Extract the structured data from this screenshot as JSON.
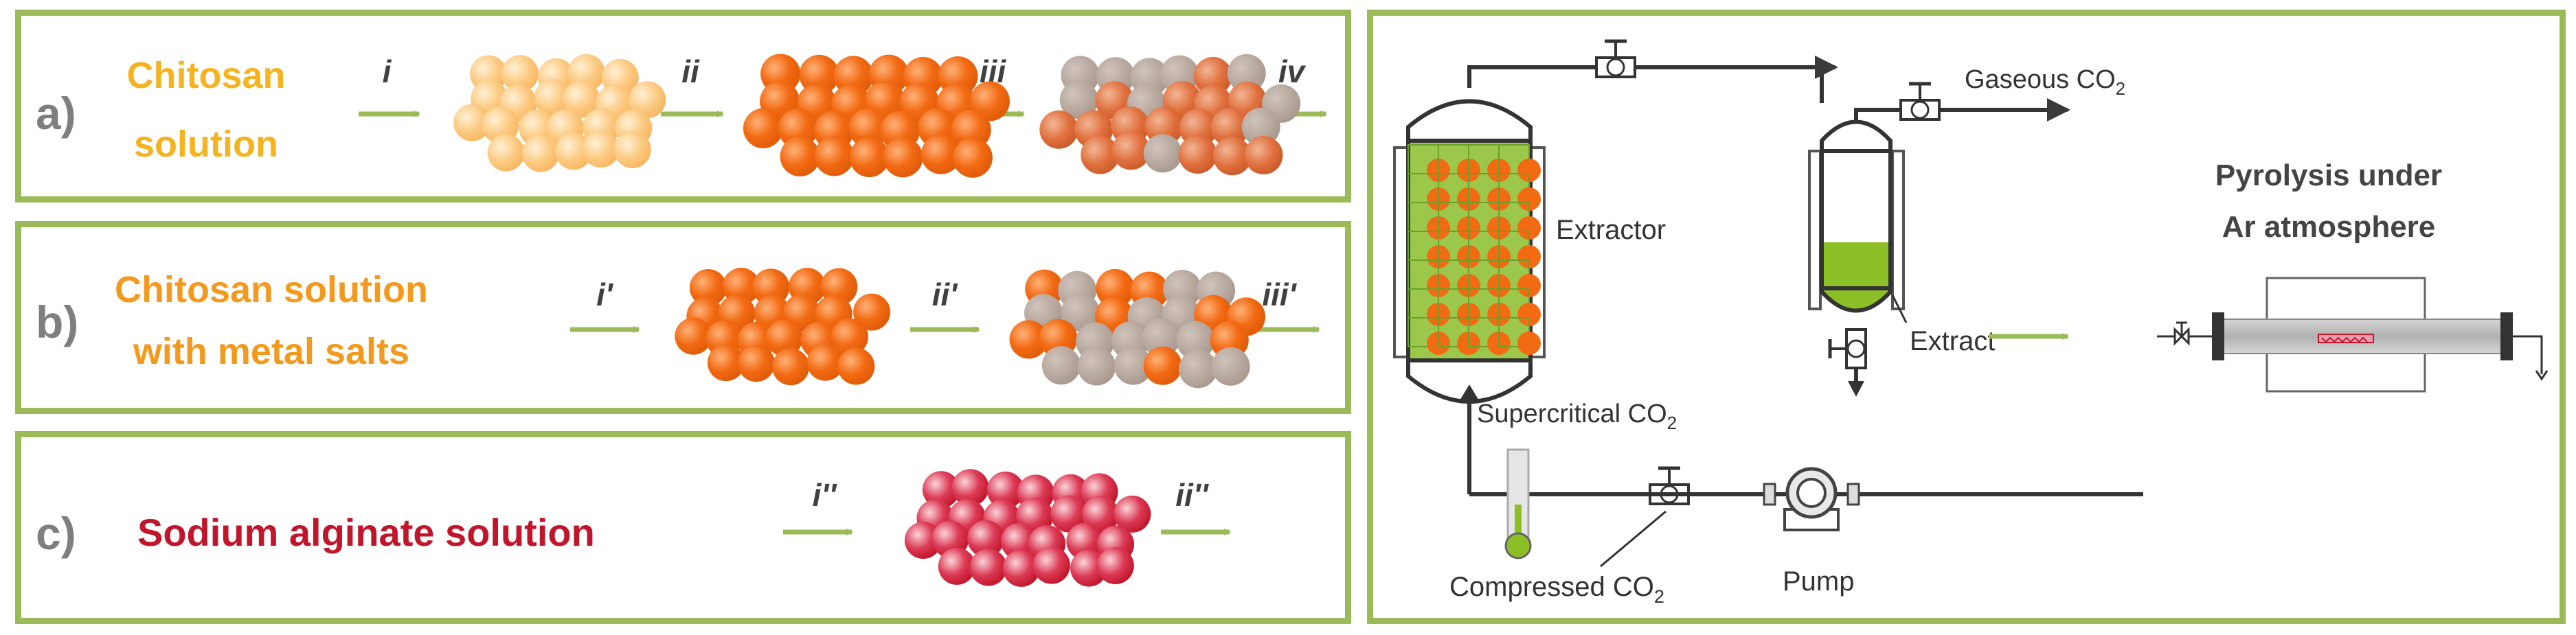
{
  "colors": {
    "panel_border": "#9bbb59",
    "arrow": "#9bbb59",
    "chitosan_text": "#f4b31f",
    "chitosan_metal_text": "#f39a1e",
    "alginate_text": "#c0152a",
    "letter_text": "#7f7f7f",
    "pipe": "#3a3a3a",
    "bead_orange": "#f26a12",
    "bead_light": "#fbc47a",
    "bead_red": "#d8304a",
    "extract_green": "#8cbf26"
  },
  "rows": [
    {
      "letter": "a)",
      "line1": "Chitosan",
      "line2": "solution",
      "steps": [
        "i",
        "ii",
        "iii",
        "iv"
      ]
    },
    {
      "letter": "b)",
      "line1": "Chitosan solution",
      "line2": "with metal salts",
      "steps": [
        "i'",
        "ii'",
        "iii'"
      ]
    },
    {
      "letter": "c)",
      "line1": "Sodium alginate solution",
      "steps": [
        "i''",
        "ii''"
      ]
    }
  ],
  "diagram": {
    "extractor": "Extractor",
    "gaseous_co2": "Gaseous CO",
    "gaseous_co2_sub": "2",
    "extract": "Extract",
    "supercritical_co2": "Supercritical CO",
    "supercritical_co2_sub": "2",
    "compressed_co2": "Compressed CO",
    "compressed_co2_sub": "2",
    "pump": "Pump",
    "pyrolysis_line1": "Pyrolysis under",
    "pyrolysis_line2": "Ar atmosphere"
  },
  "icons": [
    "valve-icon",
    "pump-icon",
    "furnace-icon",
    "extractor-vessel-icon",
    "separator-vessel-icon",
    "gas-cylinder-icon"
  ]
}
